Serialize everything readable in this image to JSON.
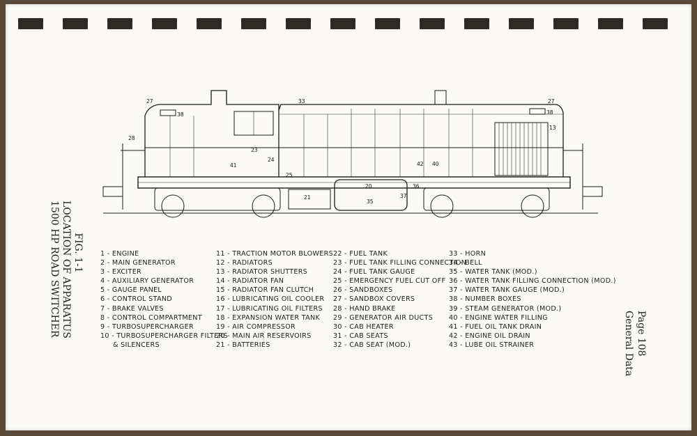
{
  "figure": {
    "label": "FIG. 1-1",
    "title_line1": "LOCATION OF APPARATUS",
    "title_line2": "1500 HP ROAD SWITCHER"
  },
  "page_info": {
    "page": "Page 108",
    "section": "General Data"
  },
  "callouts": [
    "27",
    "33",
    "27",
    "38",
    "38",
    "28",
    "13",
    "23",
    "24",
    "41",
    "42",
    "40",
    "25",
    "20",
    "36",
    "21",
    "35",
    "37"
  ],
  "legend": {
    "col1": [
      "1 - ENGINE",
      "2 - MAIN GENERATOR",
      "3 - EXCITER",
      "4 - AUXILIARY GENERATOR",
      "5 - GAUGE PANEL",
      "6 - CONTROL STAND",
      "7 - BRAKE VALVES",
      "8 - CONTROL COMPARTMENT",
      "9 - TURBOSUPERCHARGER",
      "10 - TURBOSUPERCHARGER FILTERS",
      "& SILENCERS"
    ],
    "col2": [
      "11 - TRACTION MOTOR BLOWERS",
      "12 - RADIATORS",
      "13 - RADIATOR SHUTTERS",
      "14 - RADIATOR FAN",
      "15 - RADIATOR FAN CLUTCH",
      "16 - LUBRICATING OIL COOLER",
      "17 - LUBRICATING OIL FILTERS",
      "18 - EXPANSION WATER TANK",
      "19 - AIR COMPRESSOR",
      "20 - MAIN AIR RESERVOIRS",
      "21 - BATTERIES"
    ],
    "col3": [
      "22 - FUEL TANK",
      "23 - FUEL TANK FILLING CONNECTION",
      "24 - FUEL TANK GAUGE",
      "25 - EMERGENCY FUEL CUT OFF",
      "26 - SANDBOXES",
      "27 - SANDBOX COVERS",
      "28 - HAND BRAKE",
      "29 - GENERATOR AIR DUCTS",
      "30 - CAB HEATER",
      "31 - CAB SEATS",
      "32 - CAB SEAT (MOD.)"
    ],
    "col4": [
      "33 - HORN",
      "34 - BELL",
      "35 - WATER TANK (MOD.)",
      "36 - WATER TANK FILLING CONNECTION (MOD.)",
      "37 - WATER TANK GAUGE (MOD.)",
      "38 - NUMBER BOXES",
      "39 - STEAM GENERATOR (MOD.)",
      "40 - ENGINE WATER FILLING",
      "41 - FUEL OIL TANK DRAIN",
      "42 - ENGINE OIL DRAIN",
      "43 - LUBE OIL STRAINER"
    ]
  }
}
